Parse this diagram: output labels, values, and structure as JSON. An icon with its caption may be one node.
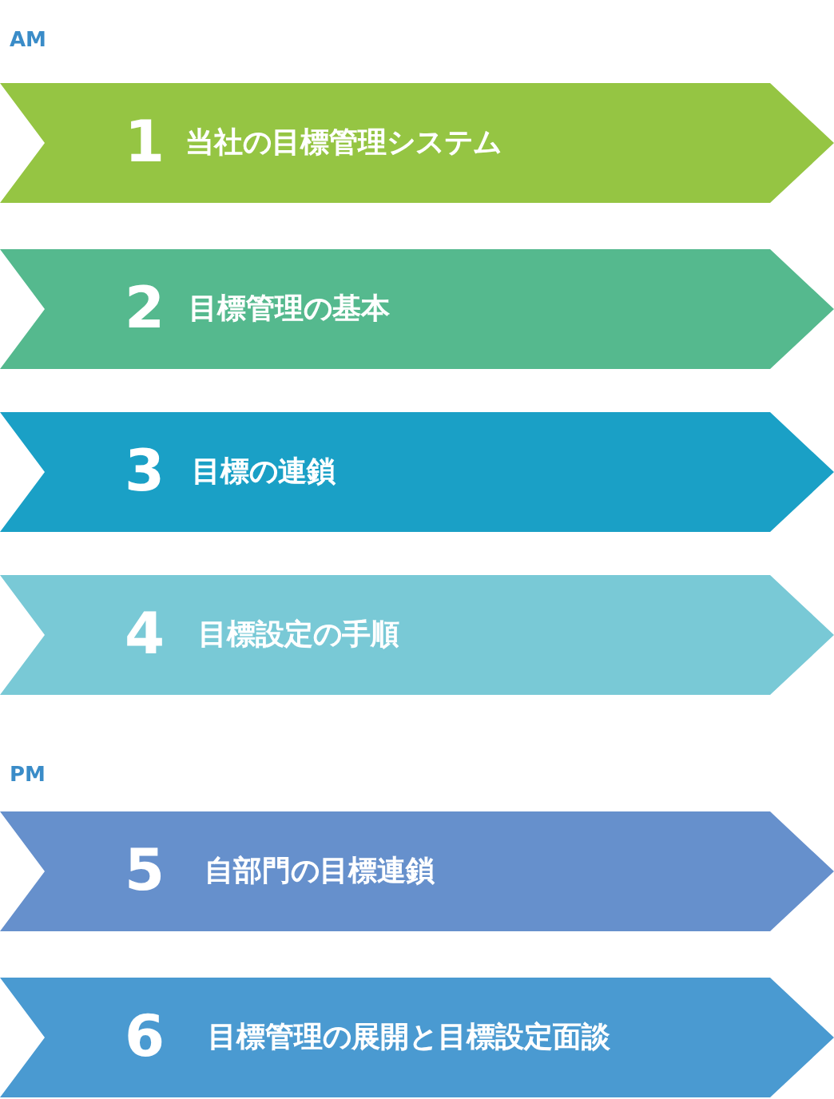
{
  "diagram": {
    "nodes": [
      {
        "text": [
          "1",
          "当社の目標管理システム"
        ]
      },
      {
        "text": [
          "2",
          "目標管理の基本"
        ]
      },
      {
        "text": [
          "3",
          "目標の連鎖"
        ]
      },
      {
        "text": [
          "4",
          "目標設定の手順"
        ]
      },
      {
        "text": [
          "5",
          "自部門の目標連鎖"
        ]
      },
      {
        "text": [
          "6",
          "目標管理の展開と目標設定面談"
        ]
      }
    ],
    "labels": [
      "AM",
      "PM"
    ]
  }
}
